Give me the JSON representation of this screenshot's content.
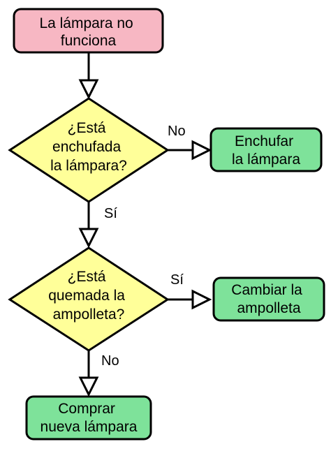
{
  "colors": {
    "start_fill": "#f7b7c3",
    "start_stroke": "#000000",
    "decision_fill": "#ffff99",
    "action_fill": "#7ee29a",
    "line": "#000000"
  },
  "nodes": {
    "start": {
      "lines": [
        "La lámpara no",
        "funciona"
      ]
    },
    "decision_plugged": {
      "lines": [
        "¿Está",
        "enchufada",
        "la lámpara?"
      ]
    },
    "action_plug": {
      "lines": [
        "Enchufar",
        "la lámpara"
      ]
    },
    "decision_burned": {
      "lines": [
        "¿Está",
        "quemada la",
        "ampolleta?"
      ]
    },
    "action_replace": {
      "lines": [
        "Cambiar la",
        "ampolleta"
      ]
    },
    "action_buy": {
      "lines": [
        "Comprar",
        "nueva lámpara"
      ]
    }
  },
  "edges": {
    "plugged_no": "No",
    "plugged_yes": "Sí",
    "burned_yes": "Sí",
    "burned_no": "No"
  }
}
